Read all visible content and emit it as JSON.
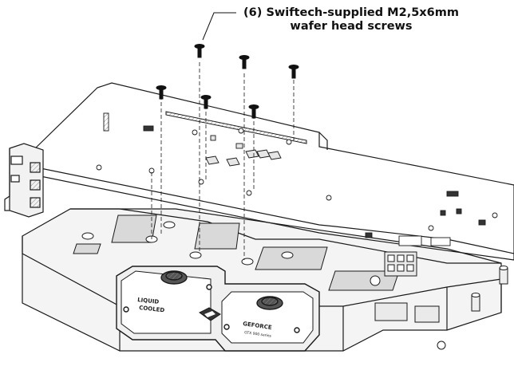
{
  "callout": {
    "line1": "(6) Swiftech-supplied M2,5x6mm",
    "line2": "wafer head screws"
  },
  "block_labels": {
    "liquid_line1": "LIQUID",
    "liquid_line2": "COOLED",
    "geforce": "GEFORCE",
    "series": "GTX 900 series"
  },
  "colors": {
    "line": "#1a1a1a",
    "pcb_fill": "#ffffff",
    "block_fill": "#f2f2f2",
    "pad_fill": "#d9d9d9"
  }
}
